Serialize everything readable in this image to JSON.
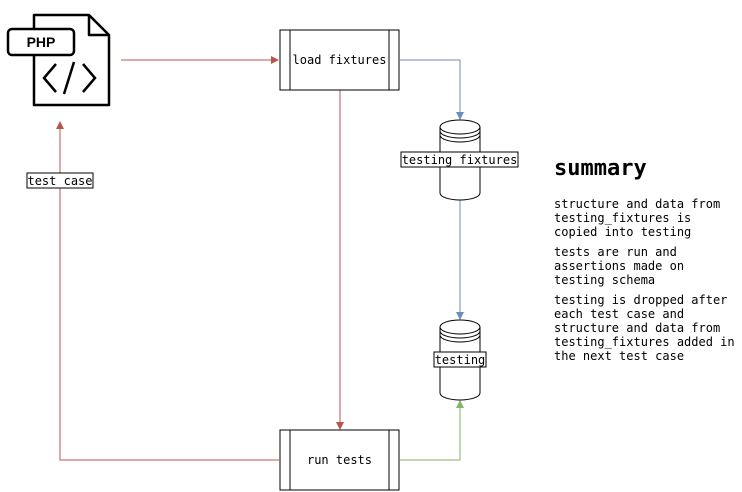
{
  "icon": {
    "badge": "PHP",
    "name": "php-file-icon"
  },
  "nodes": {
    "load_fixtures": "load fixtures",
    "run_tests": "run tests",
    "db_fixtures": "testing_fixtures",
    "db_testing": "testing"
  },
  "edges": {
    "test_case": "test case"
  },
  "colors": {
    "red": "#b85450",
    "blue": "#6c8ebf",
    "green": "#82b366"
  },
  "summary": {
    "title": "summary",
    "paragraphs": [
      "structure and data from\ntesting_fixtures is\ncopied into testing",
      "tests are run and\nassertions made on\ntesting schema",
      "testing is dropped after\neach test case and\nstructure and data from\ntesting_fixtures added in\nthe next test case"
    ]
  }
}
